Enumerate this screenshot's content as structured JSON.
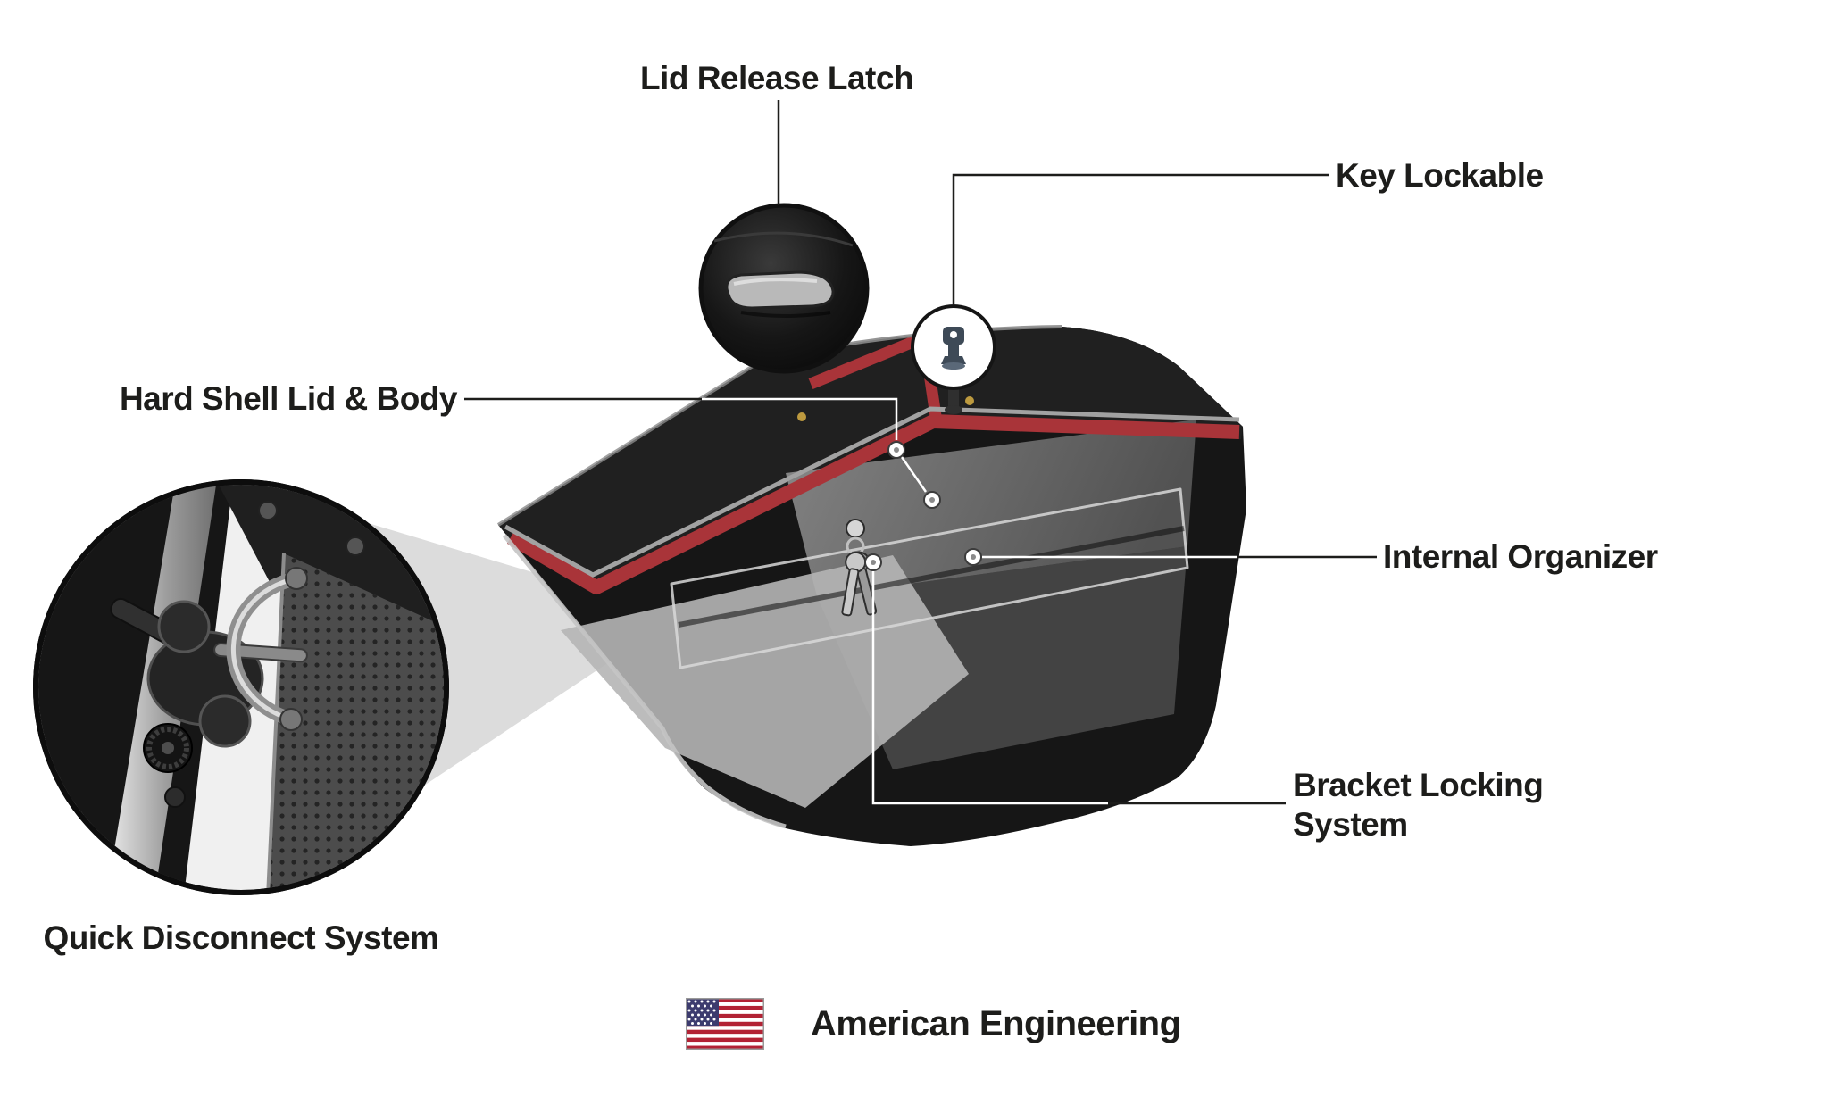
{
  "page": {
    "background": "#ffffff"
  },
  "callouts": {
    "lid_release_latch": {
      "label": "Lid Release Latch"
    },
    "key_lockable": {
      "label": "Key Lockable"
    },
    "hard_shell_lid_body": {
      "label": "Hard Shell Lid & Body"
    },
    "internal_organizer": {
      "label": "Internal Organizer"
    },
    "bracket_locking_system": {
      "label": "Bracket Locking\nSystem"
    },
    "quick_disconnect_system": {
      "label": "Quick Disconnect System"
    }
  },
  "footer": {
    "american_engineering": "American Engineering",
    "flag_icon": "us-flag-icon"
  },
  "icons": {
    "latch_inset": "lid-latch-magnified-icon",
    "key_inset": "key-icon",
    "bracket_inset": "quick-disconnect-bracket-icon"
  },
  "colors": {
    "text": "#1d1d1b",
    "callout_line": "#1d1d1b",
    "callout_line_on_dark": "#ffffff",
    "bag_body": "#161616",
    "bag_lid": "#202020",
    "trim_red": "#a93439",
    "piping_gray": "#a2a2a2",
    "wedge_gray": "#dcdcdc",
    "flag_red": "#b22234",
    "flag_blue": "#3c3b6e",
    "key_icon_color": "#3e4a57"
  }
}
